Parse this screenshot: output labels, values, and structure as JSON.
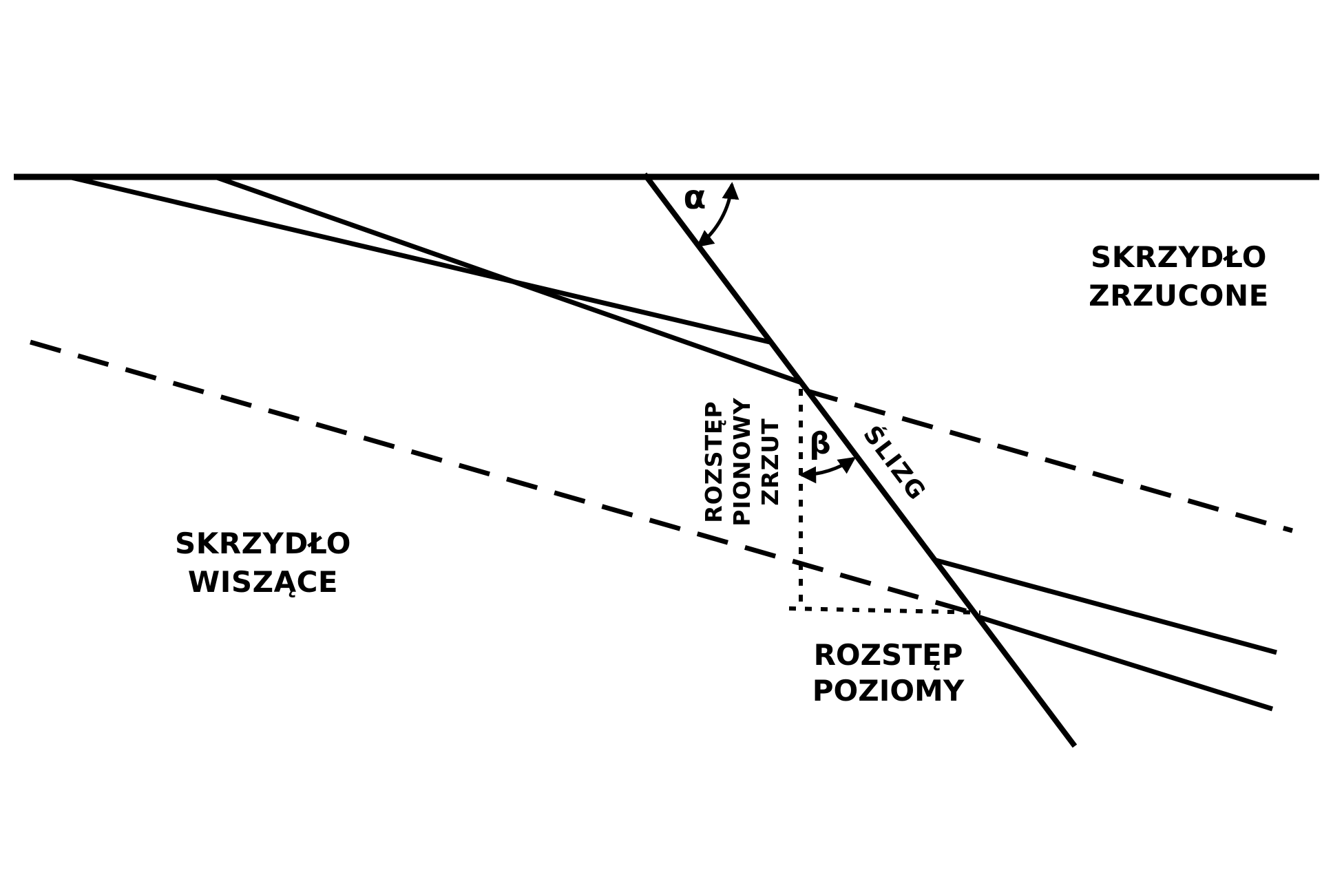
{
  "colors": {
    "ink": "#000000",
    "background": "#ffffff"
  },
  "labels": {
    "angle_alpha": "α",
    "angle_beta": "β",
    "slip": "ŚLIZG",
    "vertical_separation": [
      "ROZSTĘP",
      "PIONOWY",
      "ZRZUT"
    ],
    "horizontal_separation": [
      "ROZSTĘP",
      "POZIOMY"
    ],
    "downthrown_wall": [
      "SKRZYDŁO",
      "ZRZUCONE"
    ],
    "hanging_wall": [
      "SKRZYDŁO",
      "WISZĄCE"
    ]
  }
}
